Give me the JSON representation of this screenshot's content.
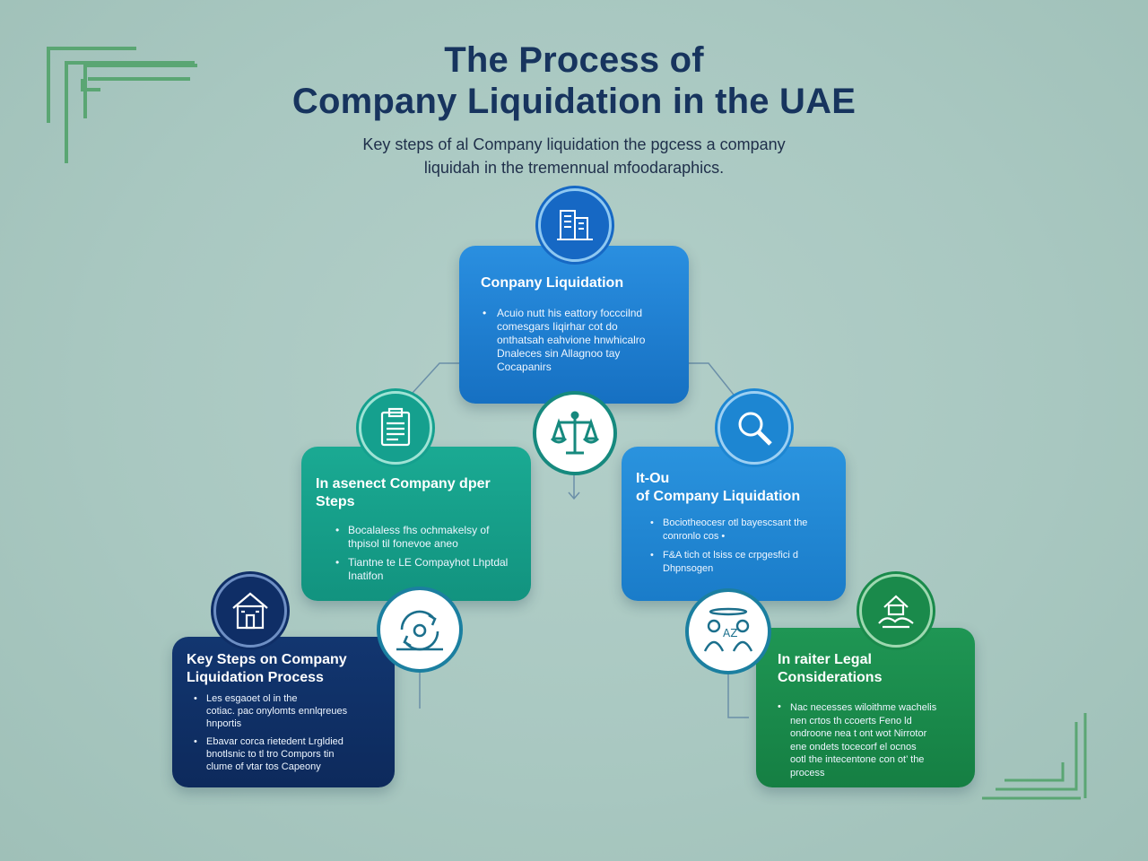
{
  "header": {
    "title_line1": "The Process of",
    "title_line2": "Company Liquidation in the UAE",
    "subtitle_line1": "Key steps of al Company liquidation the pgcess a company",
    "subtitle_line2": "liquidah in the tremennual mfoodaraphics."
  },
  "cards": {
    "top": {
      "title": "Conpany Liquidation",
      "lines": [
        "Acuio nutt his eattory focccilnd",
        "comesgars Iiqirhar cot do",
        "onthatsah eahvione hnwhicalro",
        "Dnaleces sin Allagnoo tay",
        "Cocapanirs"
      ]
    },
    "middle_left": {
      "title_line1": "In asenect Company dper",
      "title_line2": "Steps",
      "bullets": [
        [
          "Bocalaless fhs ochmakelsy of",
          "thpisol til fonevoe  aneo"
        ],
        [
          "Tiantne te LE  Compayhot Lhptdal",
          "Inatifon"
        ]
      ]
    },
    "middle_right": {
      "title_line1": "It-Ou",
      "title_line2": "of Company Liquidation",
      "bullets": [
        [
          "Bociotheocesr otl bayescsant the",
          "conronlo cos  •"
        ],
        [
          "F&A tich ot lsiss ce crpgesfici d",
          "Dhpnsogen"
        ]
      ]
    },
    "bottom_left": {
      "title_line1": "Key Steps on Company",
      "title_line2": "Liquidation Process",
      "bullets": [
        [
          "Les esgaoet ol in the",
          "cotiac. pac onylomts ennlqreues",
          "hnportis"
        ],
        [
          "Ebavar corca rietedent Lrgldied",
          "bnotlsnic to tl tro Compors tin",
          "clume of vtar tos Capeony"
        ]
      ]
    },
    "bottom_right": {
      "title_line1": "In raiter Legal",
      "title_line2": "Considerations",
      "lines": [
        "Nac necesses wiloithme wachelis",
        "nen crtos th ccoerts Feno ld",
        "ondroone nea t ont wot Nirrotor",
        "ene ondets tocecorf el ocnos",
        "ootl the intecentone con ot’ the",
        "process"
      ]
    }
  },
  "colors": {
    "top_card": "#1d7fd0",
    "middle_left_card": "#15a08e",
    "middle_right_card": "#1d86d2",
    "bottom_left_card": "#0f2e66",
    "bottom_right_card": "#1a8a4b",
    "title_color": "#17345e"
  },
  "icons": {
    "top": "office-building-icon",
    "center": "scales-of-justice-icon",
    "middle_left": "clipboard-document-icon",
    "middle_right": "magnifying-glass-icon",
    "bottom_left": "house-building-icon",
    "bottom_center": "circular-arrows-icon",
    "bottom_right_people": "people-group-icon",
    "bottom_right_top": "hands-handshake-icon"
  }
}
